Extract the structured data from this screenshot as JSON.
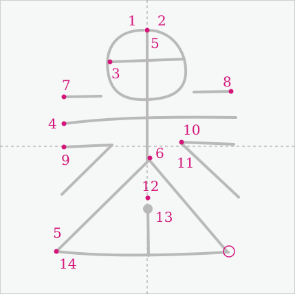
{
  "colors": {
    "stroke": "#b9b9b9",
    "accent": "#d4157a",
    "guide": "#9a9a9a"
  },
  "labels": [
    "1",
    "2",
    "5",
    "3",
    "7",
    "8",
    "4",
    "10",
    "9",
    "6",
    "11",
    "12",
    "13",
    "5",
    "14"
  ],
  "icons": {
    "end_marker": "circle-icon"
  }
}
